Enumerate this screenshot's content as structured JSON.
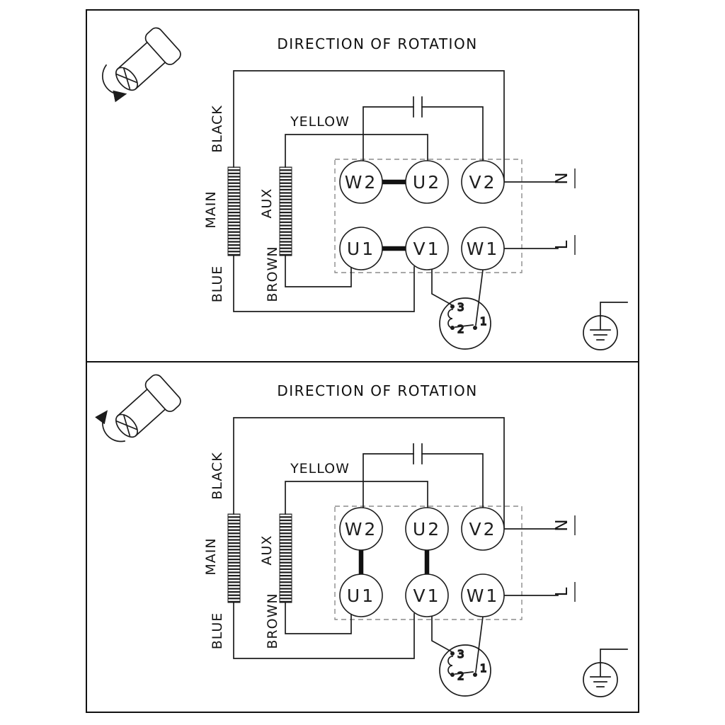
{
  "panels": [
    {
      "title": "DIRECTION OF ROTATION",
      "rotation_arrow": "clockwise",
      "wire_labels": {
        "black": "BLACK",
        "main": "MAIN",
        "blue": "BLUE",
        "aux": "AUX",
        "brown": "BROWN",
        "yellow": "YELLOW"
      },
      "power_terminals": {
        "neutral": "N",
        "line": "L"
      },
      "terminals": {
        "w2": "W2",
        "u2": "U2",
        "v2": "V2",
        "u1": "U1",
        "v1": "V1",
        "w1": "W1"
      },
      "terminal_links": [
        "W2-U2",
        "U1-V1"
      ],
      "thermal_switch": {
        "contact_3": "3",
        "contact_2": "2",
        "contact_1": "1"
      }
    },
    {
      "title": "DIRECTION OF ROTATION",
      "rotation_arrow": "counterclockwise",
      "wire_labels": {
        "black": "BLACK",
        "main": "MAIN",
        "blue": "BLUE",
        "aux": "AUX",
        "brown": "BROWN",
        "yellow": "YELLOW"
      },
      "power_terminals": {
        "neutral": "N",
        "line": "L"
      },
      "terminals": {
        "w2": "W2",
        "u2": "U2",
        "v2": "V2",
        "u1": "U1",
        "v1": "V1",
        "w1": "W1"
      },
      "terminal_links": [
        "W2-U1",
        "U2-V1"
      ],
      "thermal_switch": {
        "contact_3": "3",
        "contact_2": "2",
        "contact_1": "1"
      }
    }
  ]
}
